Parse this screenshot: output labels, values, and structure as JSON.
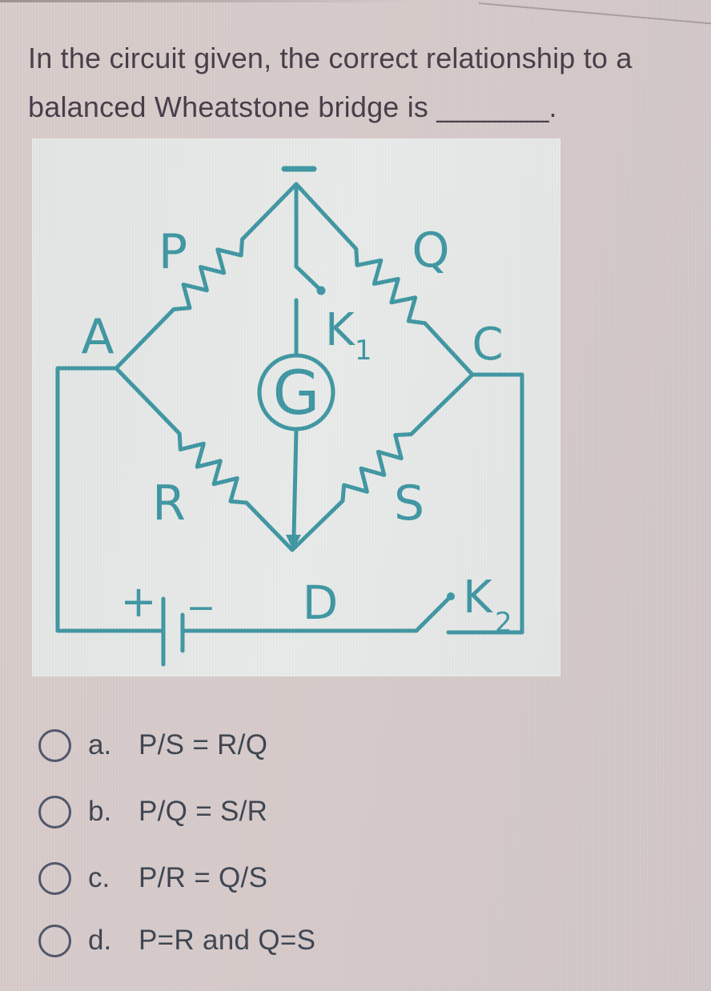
{
  "question": {
    "line1": "In the circuit given, the correct relationship to a",
    "line2": "balanced Wheatstone bridge is",
    "blank": "_______",
    "period": "."
  },
  "diagram": {
    "labels": {
      "P": "P",
      "Q": "Q",
      "A": "A",
      "C": "C",
      "R": "R",
      "S": "S",
      "D": "D",
      "G": "G",
      "K1": "K",
      "K1_sub": "1",
      "K2": "K",
      "K2_sub": "2",
      "battery_plus": "+",
      "battery_minus": "−"
    },
    "colors": {
      "line_teal": "#3f96a2",
      "panel_background": "#e4e7e5"
    }
  },
  "options": [
    {
      "letter": "a.",
      "text": "P/S = R/Q",
      "selected": false
    },
    {
      "letter": "b.",
      "text": "P/Q = S/R",
      "selected": false
    },
    {
      "letter": "c.",
      "text": "P/R = Q/S",
      "selected": false
    },
    {
      "letter": "d.",
      "text": "P=R and Q=S",
      "selected": false
    }
  ]
}
